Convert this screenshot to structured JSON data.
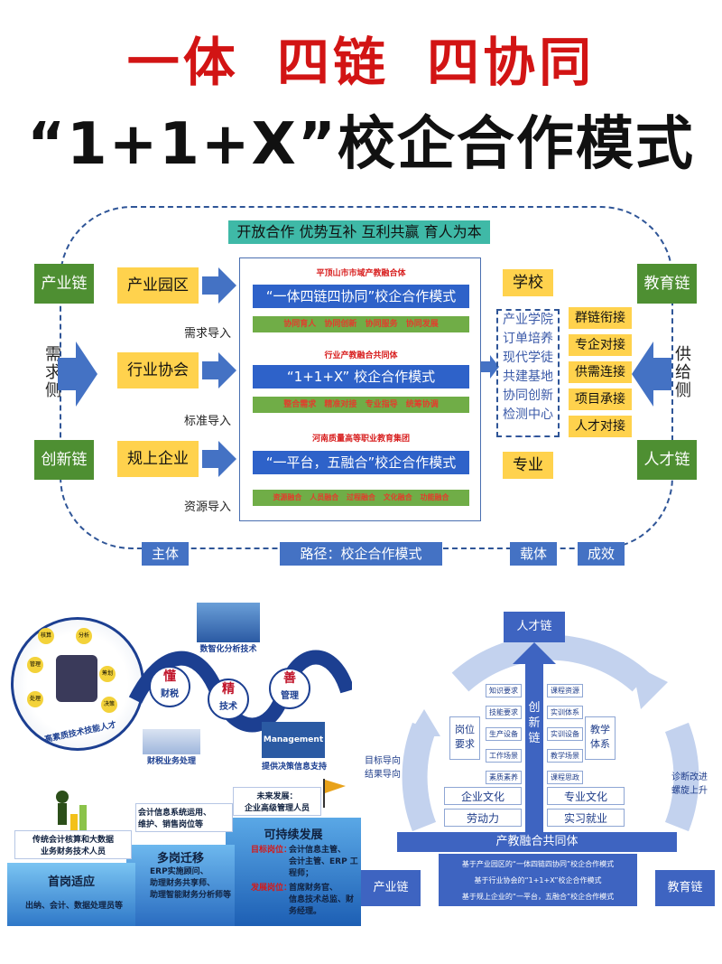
{
  "title": {
    "line1": "一体 四链 四协同",
    "line2": "“1+1+X”校企合作模式"
  },
  "top": {
    "banner": "开放合作 优势互补 互利共赢 育人为本",
    "left_chain": [
      "产业链",
      "创新链"
    ],
    "right_chain": [
      "教育链",
      "人才链"
    ],
    "left_side_label": "需求侧",
    "right_side_label": "供给侧",
    "orgs": [
      "产业园区",
      "行业协会",
      "规上企业"
    ],
    "imports": [
      "需求导入",
      "标准导入",
      "资源导入"
    ],
    "models": [
      {
        "org": "平顶山市市域产教融合体",
        "title": "“一体四链四协同”校企合作模式",
        "tags": "协同育人  协同创新  协同服务  协同发展"
      },
      {
        "org": "行业产教融合共同体",
        "title": "“1+1+X” 校企合作模式",
        "tags": "整合需求  精准对接  专业指导  统筹协调"
      },
      {
        "org": "河南质量高等职业教育集团",
        "title": "“一平台，五融合”校企合作模式",
        "tags": "资源融合  人员融合  过程融合  文化融合  功能融合"
      }
    ],
    "school": "学校",
    "major": "专业",
    "carriers": [
      "产业学院",
      "订单培养",
      "现代学徒",
      "共建基地",
      "协同创新",
      "检测中心",
      "……"
    ],
    "links": [
      "群链衔接",
      "专企对接",
      "供需连接",
      "项目承接",
      "人才对接"
    ],
    "bottom_labels": [
      "主体",
      "路径：校企合作模式",
      "载体",
      "成效"
    ]
  },
  "lower_left": {
    "circle_label": "高素质技术技能人才",
    "circle_icons": [
      "核算",
      "分析",
      "管理",
      "筹划",
      "处理",
      "决策"
    ],
    "top_card": "数智化分析技术",
    "nodes": [
      {
        "big": "懂",
        "small": "财税"
      },
      {
        "big": "精",
        "small": "技术"
      },
      {
        "big": "善",
        "small": "管理"
      }
    ],
    "card_tax": "财税业务处理",
    "card_mgmt_word": "Management",
    "card_mgmt": "提供决策信息支持",
    "future": "未来发展：\n企业高级管理人员",
    "steps": [
      {
        "name": "首岗适应",
        "top": "传统会计核算和大数据\n业务财务技术人员",
        "bottom": "出纳、会计、数据处理员等"
      },
      {
        "name": "多岗迁移",
        "top": "会计信息系统运用、\n维护、销售岗位等",
        "bottom": "ERP实施顾问、\n助理财务共享师、\n助理智能财务分析师等"
      },
      {
        "name": "可持续发展",
        "top": "",
        "bottom": ""
      }
    ],
    "target_label": "目标岗位：",
    "target_text": "会计信息主管、\n会计主管、ERP 工程师；",
    "dev_label": "发展岗位：",
    "dev_text": "首席财务官、\n信息技术总监、财务经理。"
  },
  "lower_right": {
    "top_node": "人才链",
    "center_label": "创新链",
    "left_group": "岗位要求",
    "right_group": "教学体系",
    "left_items": [
      "知识要求",
      "技能要求",
      "生产设备",
      "工作场景",
      "素质素养"
    ],
    "right_items": [
      "课程资源",
      "实训体系",
      "实训设备",
      "教学场景",
      "课程思政"
    ],
    "culture_left": [
      "企业文化",
      "劳动力"
    ],
    "culture_right": [
      "专业文化",
      "实习就业"
    ],
    "base": "产教融合共同体",
    "left_note": "目标导向\n结果导向",
    "right_note": "诊断改进\n螺旋上升",
    "bottom_left": "产业链",
    "bottom_right": "教育链",
    "base_lines": [
      "基于产业园区的“一体四链四协同”校企合作模式",
      "基于行业协会的“1+1+X”校企合作模式",
      "基于规上企业的“一平台，五融合”校企合作模式"
    ]
  }
}
